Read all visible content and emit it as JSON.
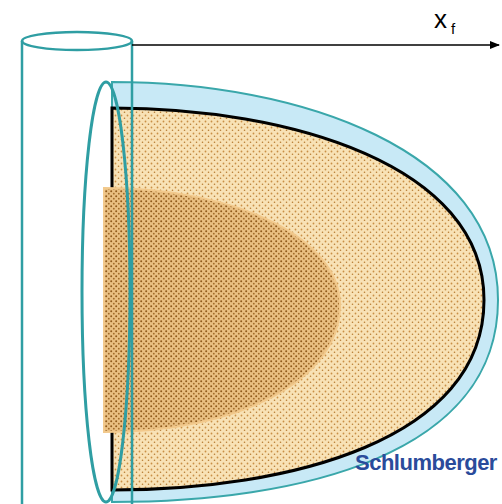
{
  "diagram": {
    "labels": [
      "x",
      "f",
      "Schlumberger"
    ]
  }
}
